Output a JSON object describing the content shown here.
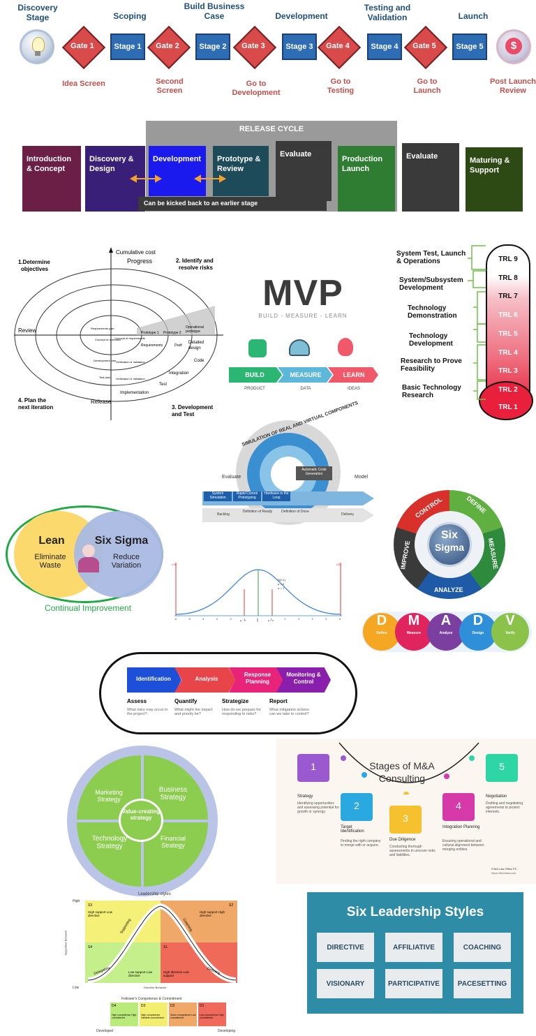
{
  "stage_gate": {
    "stages": [
      "Discovery Stage",
      "Scoping",
      "Build Business Case",
      "Development",
      "Testing and Validation",
      "Launch"
    ],
    "gates": [
      "Gate 1",
      "Gate 2",
      "Gate 3",
      "Gate 4",
      "Gate 5"
    ],
    "boxes": [
      "Stage 1",
      "Stage 2",
      "Stage 3",
      "Stage 4",
      "Stage 5"
    ],
    "gate_subs": [
      "Idea Screen",
      "Second Screen",
      "Go to Development",
      "Go to Testing",
      "Go to Launch",
      "Post Launch Review"
    ],
    "dollar": "$"
  },
  "release_cycle": {
    "header": "RELEASE CYCLE",
    "boxes": [
      "Introduction & Concept",
      "Discovery & Design",
      "Development",
      "Prototype & Review",
      "Evaluate",
      "Production Launch",
      "Evaluate",
      "Maturing & Support"
    ],
    "kickback": "Can be kicked back to an earlier stage",
    "colors": [
      "#6b1f47",
      "#3a1f78",
      "#1a1aee",
      "#1e4b5a",
      "#3a3a3a",
      "#2e7d32",
      "#3a3a3a",
      "#2d4a14"
    ]
  },
  "spiral": {
    "cumulative_cost": "Cumulative cost",
    "progress": "Progress",
    "q1": "1.Determine objectives",
    "q2": "2. Identify and resolve risks",
    "q3": "3. Development and Test",
    "q4": "4. Plan the next iteration",
    "review": "Review",
    "release": "Release",
    "inner": {
      "req_plan": "Requirements plan",
      "concept_op": "Concept of operation",
      "concept_req": "Concept of requirements",
      "requirements": "Requirements",
      "dev_plan": "Development plan",
      "ver_val1": "Verification & Validation",
      "test_plan": "Test plan",
      "ver_val2": "Verification & Validation",
      "proto1": "Prototype 1",
      "proto2": "Prototype 2",
      "op_proto": "Operational prototype",
      "draft": "Draft",
      "detailed": "Detailed design",
      "code": "Code",
      "integration": "Integration",
      "test": "Test",
      "implementation": "Implementation"
    }
  },
  "mvp": {
    "title": "MVP",
    "subtitle": "BUILD - MEASURE - LEARN",
    "steps": [
      "BUILD",
      "MEASURE",
      "LEARN"
    ],
    "captions": [
      "PRODUCT",
      "DATA",
      "IDEAS"
    ]
  },
  "trl": {
    "levels": [
      "TRL 9",
      "TRL 8",
      "TRL 7",
      "TRL 6",
      "TRL 5",
      "TRL 4",
      "TRL 3",
      "TRL 2",
      "TRL 1"
    ],
    "labels": [
      "System Test, Launch & Operations",
      "System/Subsystem Development",
      "Technology Demonstration",
      "Technology Development",
      "Research to Prove Feasibility",
      "Basic Technology Research"
    ]
  },
  "simulation": {
    "arc_text": "SIMULATION OF REAL AND VIRTUAL COMPONENTS",
    "evaluate": "Evaluate",
    "model": "Model",
    "auto_code": "Automatic Code Generation",
    "bar_items": [
      "System Simulation",
      "Rapid Control Prototyping",
      "Hardware in the Loop"
    ],
    "bottom": [
      "Backlog",
      "Definition of Ready",
      "Definition of Done",
      "Delivery"
    ]
  },
  "lean": {
    "lean": "Lean",
    "eliminate": "Eliminate Waste",
    "sixsigma": "Six Sigma",
    "reduce": "Reduce Variation",
    "continual": "Continual Improvement"
  },
  "bell": {
    "lsl": "LSL",
    "usl": "USL",
    "params": [
      "N(0,1)",
      "μ = 0",
      "σ = 1"
    ],
    "ticks": [
      "-6",
      "-5",
      "-4",
      "-3",
      "-2",
      "-1",
      "0",
      "1",
      "2",
      "3",
      "4",
      "5",
      "6"
    ],
    "marks": [
      "μ − σ",
      "μ",
      "μ + σ"
    ]
  },
  "six_sigma_cycle": {
    "center": [
      "Six",
      "Sigma"
    ],
    "segments": [
      "CONTROL",
      "DEFINE",
      "MEASURE",
      "ANALYZE",
      "IMPROVE"
    ]
  },
  "dmadv": {
    "letters": [
      "D",
      "M",
      "A",
      "D",
      "V"
    ],
    "words": [
      "Define",
      "Measure",
      "Analyze",
      "Design",
      "Verify"
    ],
    "colors": [
      "#f5a623",
      "#e0245e",
      "#7b3fa0",
      "#2f8fd8",
      "#8bc34a"
    ]
  },
  "risk": {
    "steps": [
      "Identification",
      "Analysis",
      "Response Planning",
      "Monitoring & Control"
    ],
    "colors": [
      "#1e4fd8",
      "#e8454b",
      "#e8247a",
      "#8a1fae"
    ],
    "verbs": [
      "Assess",
      "Quantify",
      "Strategize",
      "Report"
    ],
    "questions": [
      "What risks may occur in the project?",
      "What might the impact and priority be?",
      "How do we prepare for responding to risks?",
      "What mitigation actions can we take to control?"
    ]
  },
  "value_strategy": {
    "center": "Value-creating strategy",
    "quadrants": [
      "Marketing Strategy",
      "Business Strategy",
      "Technology Strategy",
      "Financial Strategy"
    ]
  },
  "mna": {
    "title": "Stages of M&A Consulting",
    "stages": [
      {
        "num": "1",
        "title": "Strategy",
        "desc": "Identifying opportunities and assessing potential for growth or synergy.",
        "color": "#9b59d0"
      },
      {
        "num": "2",
        "title": "Target Identification",
        "desc": "Finding the right company to merge with or acquire.",
        "color": "#29a9e0"
      },
      {
        "num": "3",
        "title": "Due Diligence",
        "desc": "Conducting thorough assessments to uncover risks and liabilities.",
        "color": "#f5c12e"
      },
      {
        "num": "4",
        "title": "Integration Planning",
        "desc": "Ensuring operational and cultural alignment between merging entities.",
        "color": "#d63aa8"
      },
      {
        "num": "5",
        "title": "Negotiation",
        "desc": "Drafting and negotiating agreements to protect interests.",
        "color": "#2ed6a6"
      }
    ],
    "footer": "Fritch Law Office PC",
    "footer_url": "https://fritchlaw.com"
  },
  "situational": {
    "title": "Leadership styles",
    "high": "High",
    "low": "Low",
    "y_axis": "Supportive Behavior",
    "x_axis": "Directive Behavior",
    "quadrants": [
      {
        "code": "S3",
        "text": "High support Low directive",
        "color": "#f5f078"
      },
      {
        "code": "S2",
        "text": "High support High directive",
        "color": "#f0a868"
      },
      {
        "code": "S4",
        "text": "Low support Low directive",
        "color": "#c5ef8a"
      },
      {
        "code": "S1",
        "text": "High directive Low support",
        "color": "#f06a5a"
      }
    ],
    "curve_labels": [
      "Supporting",
      "Coaching",
      "Delegating",
      "Directing"
    ],
    "follower_title": "Follower's Competence & Commitment",
    "follower": [
      "D4",
      "D3",
      "D2",
      "D1"
    ],
    "follower_colors": [
      "#b9ea7a",
      "#f3ee70",
      "#f0a868",
      "#ef6a5a"
    ],
    "follower_text": [
      "High competence High commitment",
      "High competence Variable commitment",
      "Some competence Low commitment",
      "Low competence High commitment"
    ],
    "developed": "Developed",
    "developing": "Developing"
  },
  "six_leadership": {
    "title": "Six Leadership Styles",
    "styles": [
      "DIRECTIVE",
      "AFFILIATIVE",
      "COACHING",
      "VISIONARY",
      "PARTICIPATIVE",
      "PACESETTING"
    ]
  }
}
